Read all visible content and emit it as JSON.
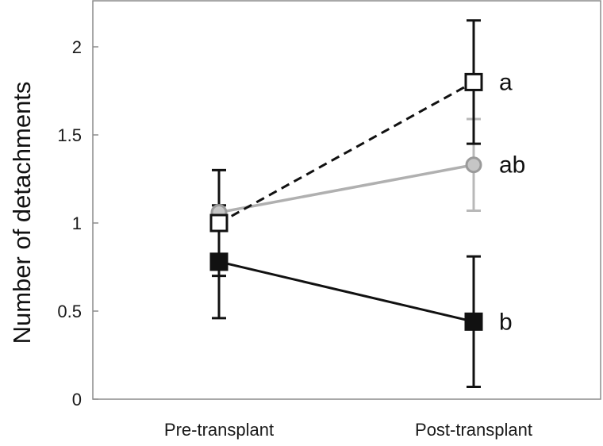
{
  "chart_data": {
    "type": "line",
    "title": "",
    "xlabel": "",
    "ylabel": "Number of detachments",
    "categories": [
      "Pre-transplant",
      "Post-transplant"
    ],
    "ylim": [
      0,
      2.2
    ],
    "yticks": [
      0,
      0.5,
      1,
      1.5,
      2
    ],
    "ytick_labels": [
      "0",
      "0.5",
      "1",
      "1.5",
      "2"
    ],
    "grid": false,
    "legend": "none",
    "series": [
      {
        "key": "open",
        "marker": "open-square",
        "line_style": "dashed",
        "color": "#111111",
        "values": [
          1.0,
          1.8
        ],
        "error_low": [
          0.7,
          1.45
        ],
        "error_high": [
          1.3,
          2.15
        ],
        "sig_label": "a"
      },
      {
        "key": "grey",
        "marker": "grey-circle",
        "line_style": "solid",
        "color": "#b0b0b0",
        "values": [
          1.06,
          1.33
        ],
        "error_low": [
          0.82,
          1.07
        ],
        "error_high": [
          1.3,
          1.59
        ],
        "sig_label": "ab"
      },
      {
        "key": "filled",
        "marker": "filled-square",
        "line_style": "solid",
        "color": "#111111",
        "values": [
          0.78,
          0.44
        ],
        "error_low": [
          0.46,
          0.07
        ],
        "error_high": [
          1.1,
          0.81
        ],
        "sig_label": "b"
      }
    ]
  }
}
